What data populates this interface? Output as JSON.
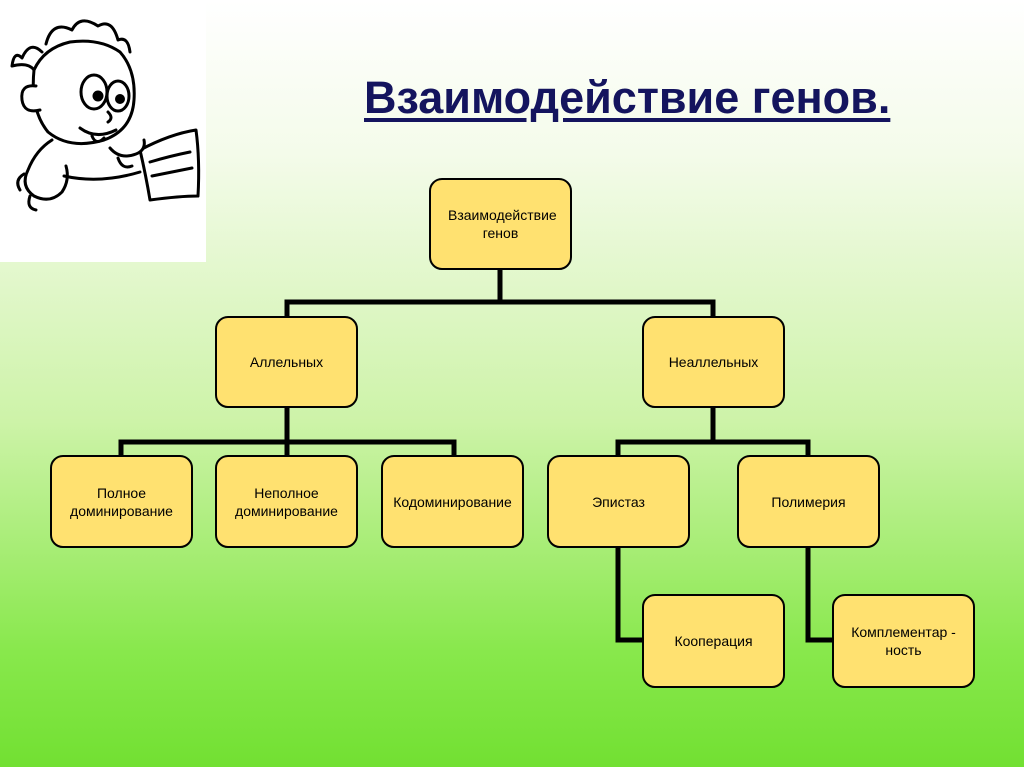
{
  "title": "Взаимодействие генов.",
  "illustration": {
    "name": "cartoon-boy",
    "colors": {
      "line": "#000000",
      "fill": "#ffffff"
    }
  },
  "colors": {
    "box_fill": "#ffe170",
    "box_border": "#000000",
    "title": "#14145e",
    "background_top": "#ffffff",
    "background_bottom": "#72e032"
  },
  "diagram": {
    "root": "Взаимодействие генов",
    "allelic": {
      "label": "Аллельных",
      "children": [
        "Полное доминирование",
        "Неполное доминирование",
        "Кодоминирование"
      ]
    },
    "non_allelic": {
      "label": "Неаллельных",
      "epistasis": {
        "label": "Эпистаз",
        "child": "Кооперация"
      },
      "polymery": {
        "label": "Полимерия",
        "child": "Комплементар - ность"
      }
    }
  }
}
